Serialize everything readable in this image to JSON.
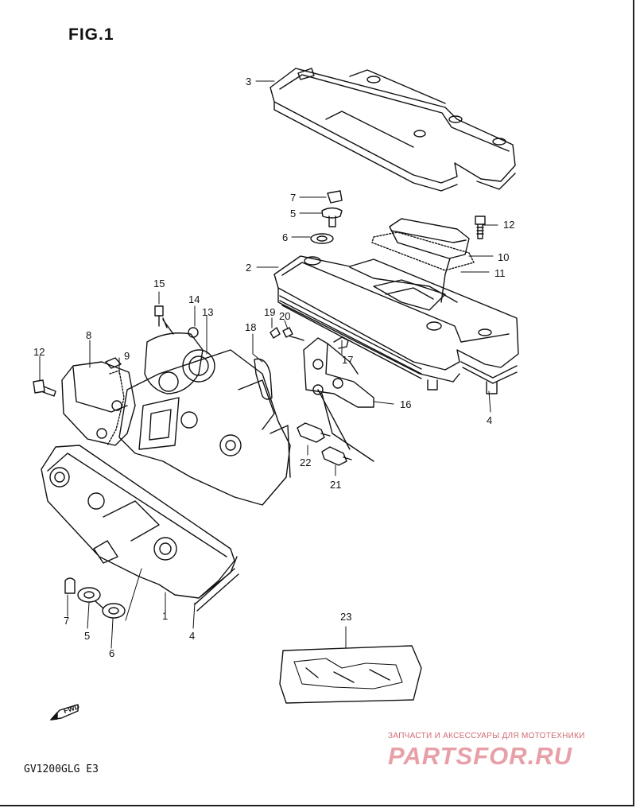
{
  "figure_title": "FIG.1",
  "model_code": "GV1200GLG  E3",
  "fwd_label": "FWD",
  "parts": {
    "p1": "1",
    "p2": "2",
    "p3": "3",
    "p4a": "4",
    "p4b": "4",
    "p5a": "5",
    "p5b": "5",
    "p6a": "6",
    "p6b": "6",
    "p7a": "7",
    "p7b": "7",
    "p8": "8",
    "p9": "9",
    "p10": "10",
    "p11": "11",
    "p12a": "12",
    "p12b": "12",
    "p13": "13",
    "p14": "14",
    "p15": "15",
    "p16": "16",
    "p17": "17",
    "p18": "18",
    "p19": "19",
    "p20": "20",
    "p21": "21",
    "p22": "22",
    "p23": "23"
  },
  "watermark": {
    "caption": "ЗАПЧАСТИ И АКСЕССУАРЫ ДЛЯ МОТОТЕХНИКИ",
    "brand": "PARTSFOR.RU"
  }
}
